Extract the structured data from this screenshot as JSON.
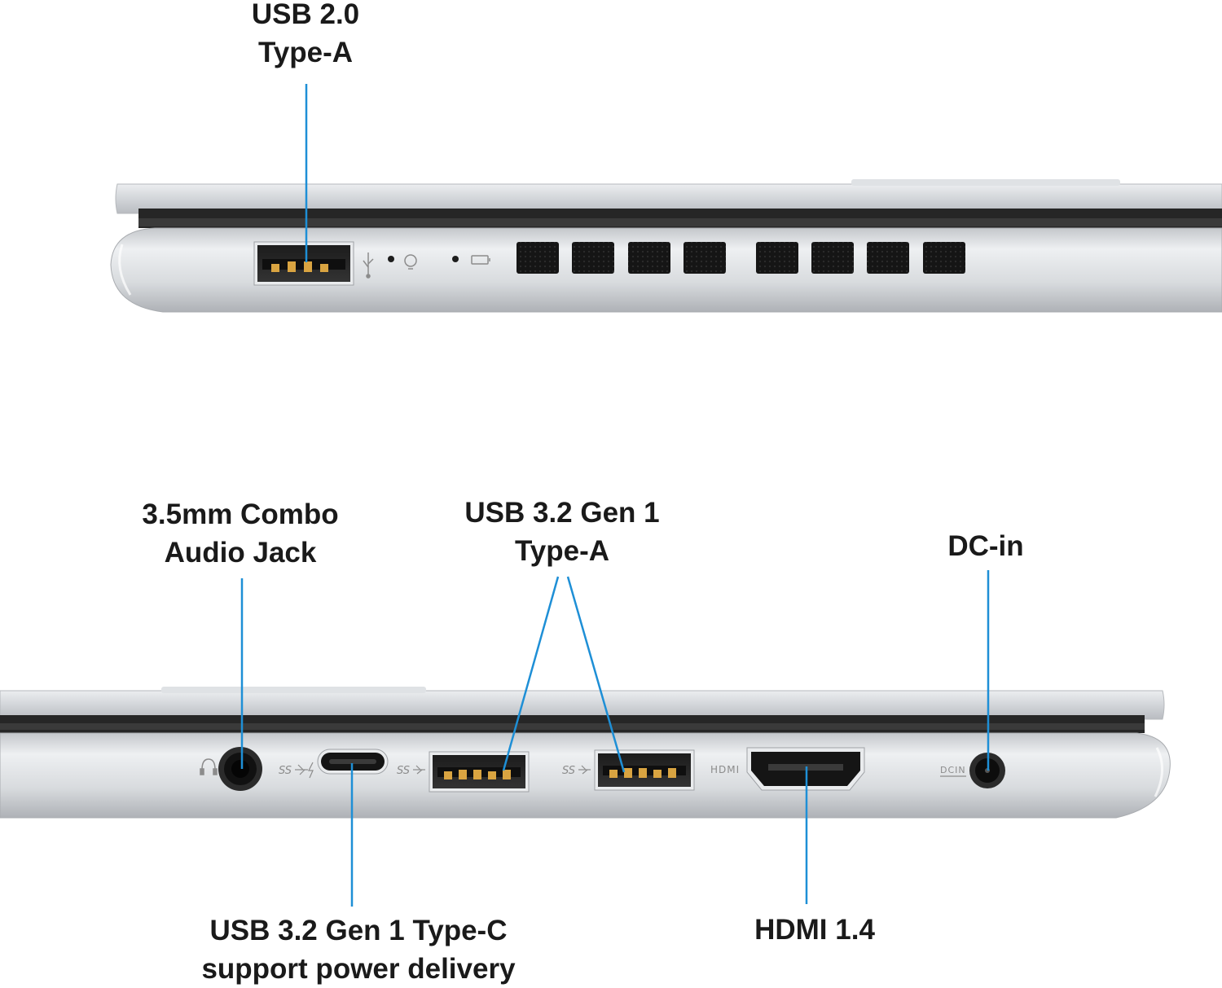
{
  "callouts": {
    "usb2": {
      "line1": "USB 2.0",
      "line2": "Type-A"
    },
    "audio": {
      "line1": "3.5mm Combo",
      "line2": "Audio Jack"
    },
    "usb32a": {
      "line1": "USB 3.2 Gen 1",
      "line2": "Type-A"
    },
    "dcin": {
      "line1": "DC-in"
    },
    "usbc": {
      "line1": "USB 3.2 Gen 1 Type-C",
      "line2": "support power delivery"
    },
    "hdmi": {
      "line1": "HDMI 1.4"
    }
  },
  "port_markings": {
    "ss_1": "SS",
    "ss_2": "SS",
    "ss_3": "SS",
    "hdmi": "HDMI",
    "dcin": "DCIN"
  },
  "colors": {
    "leader_line": "#1e8fd6",
    "chassis": "#d9dbde",
    "chassis_dark": "#2a2a2a",
    "label_text": "#1a1a1a"
  }
}
